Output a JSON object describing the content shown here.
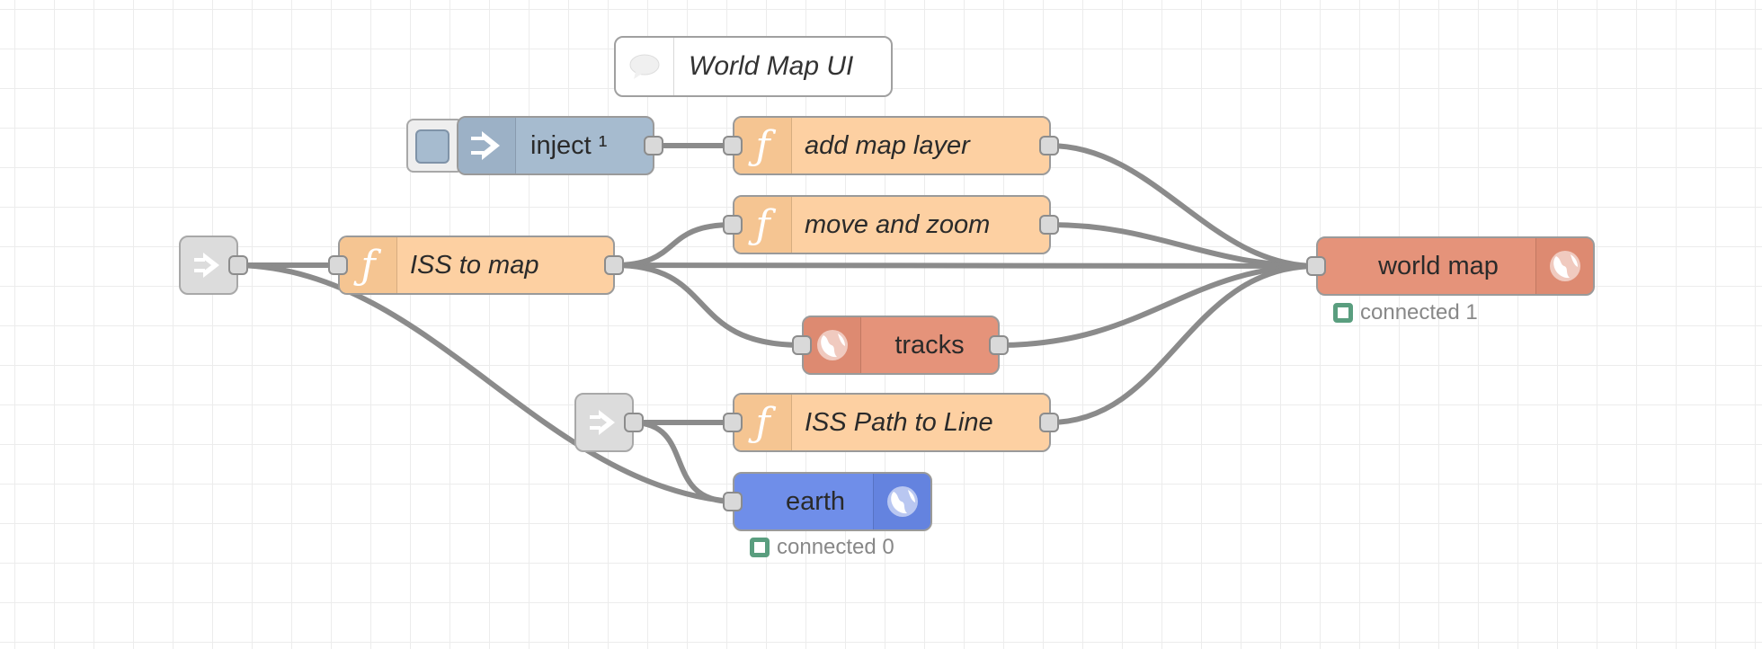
{
  "comment": {
    "label": "World Map UI"
  },
  "nodes": {
    "inject": {
      "label": "inject ¹"
    },
    "add_map_layer": {
      "label": "add map layer",
      "icon": "function-icon"
    },
    "move_and_zoom": {
      "label": "move and zoom",
      "icon": "function-icon"
    },
    "iss_to_map": {
      "label": "ISS to map",
      "icon": "function-icon"
    },
    "world_map": {
      "label": "world map",
      "icon": "globe-icon",
      "status": "connected 1"
    },
    "tracks": {
      "label": "tracks",
      "icon": "globe-icon"
    },
    "iss_path_to_line": {
      "label": "ISS Path to Line",
      "icon": "function-icon"
    },
    "earth": {
      "label": "earth",
      "icon": "globe-icon",
      "status": "connected 0"
    }
  },
  "colors": {
    "function": "#fdd0a2",
    "inject": "#a6bbcf",
    "worldmap": "#e5937a",
    "earth": "#6f8ee9",
    "link": "#dcdcdc",
    "wire": "#8b8b8b",
    "status_ok": "#5a9e7f"
  }
}
